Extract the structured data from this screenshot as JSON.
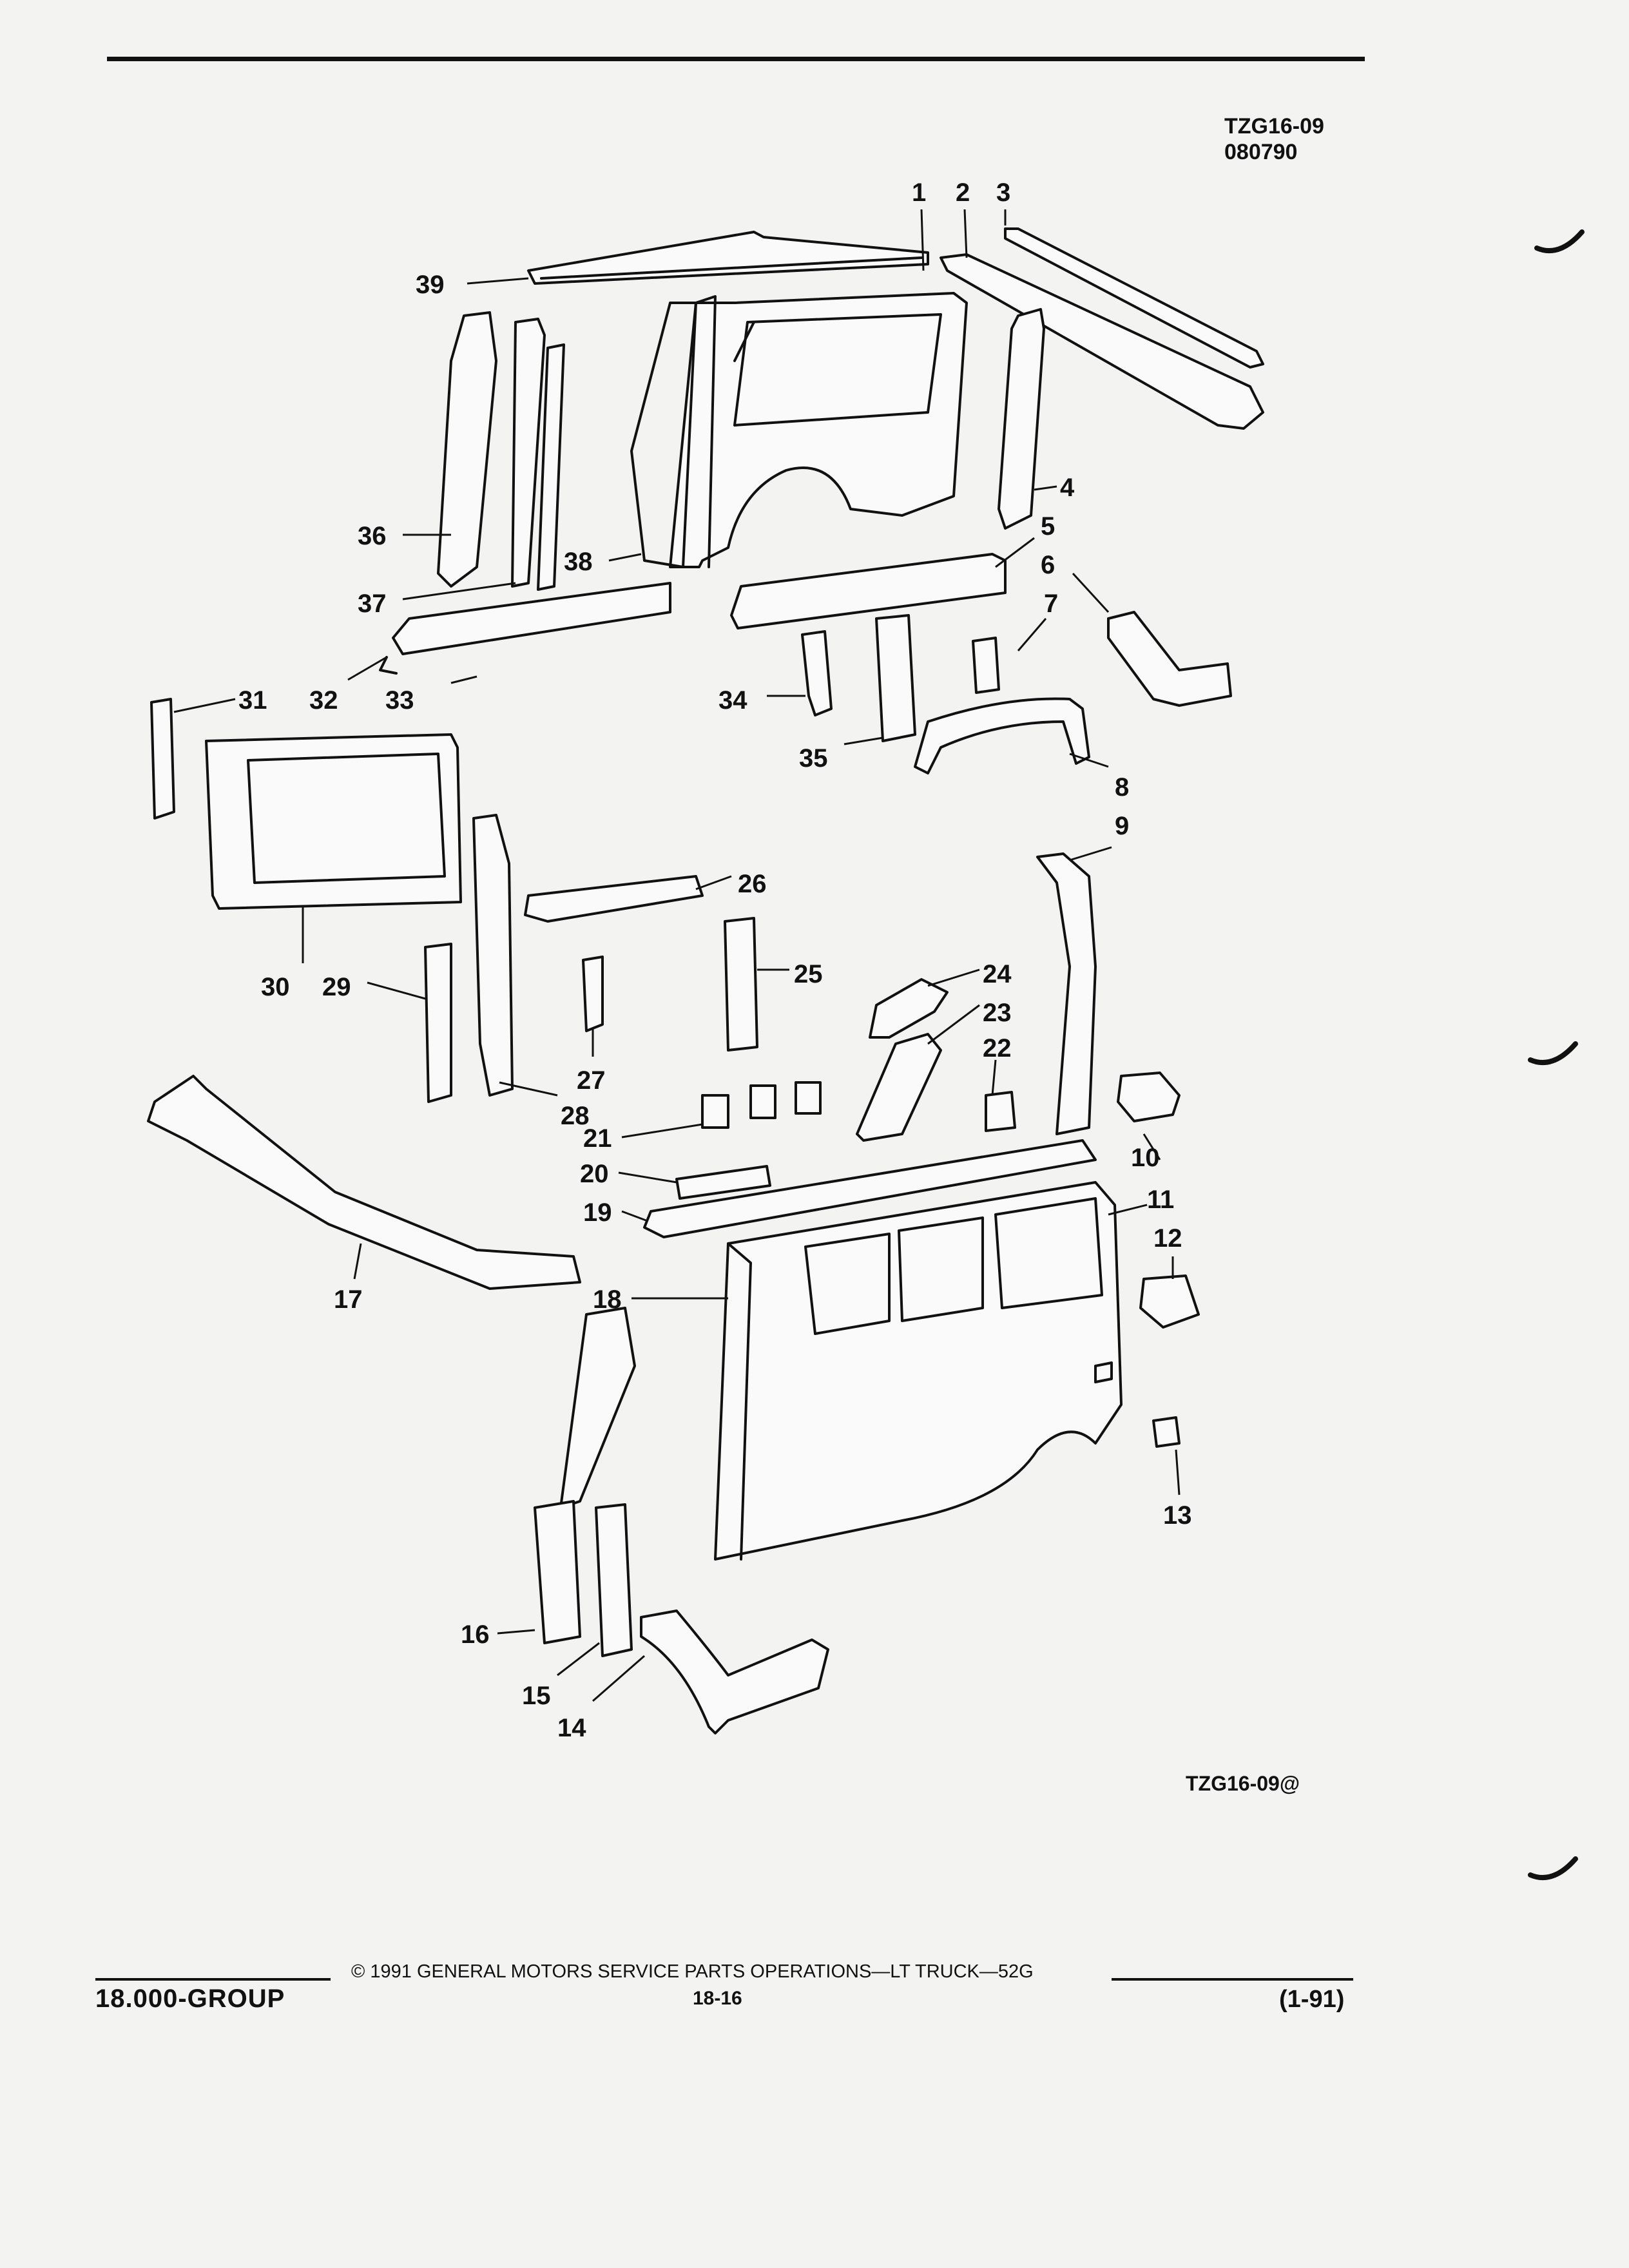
{
  "header": {
    "illustration_code": "TZG16-09",
    "date_code": "080790"
  },
  "diagram": {
    "callouts": [
      "1",
      "2",
      "3",
      "4",
      "5",
      "6",
      "7",
      "8",
      "9",
      "10",
      "11",
      "12",
      "13",
      "14",
      "15",
      "16",
      "17",
      "18",
      "19",
      "20",
      "21",
      "22",
      "23",
      "24",
      "25",
      "26",
      "27",
      "28",
      "29",
      "30",
      "31",
      "32",
      "33",
      "34",
      "35",
      "36",
      "37",
      "38",
      "39"
    ]
  },
  "image_code": "TZG16-09@",
  "footer": {
    "group": "18.000-GROUP",
    "copyright": "© 1991 GENERAL MOTORS SERVICE PARTS OPERATIONS—LT TRUCK—52G",
    "page": "18-16",
    "revision": "(1-91)"
  }
}
